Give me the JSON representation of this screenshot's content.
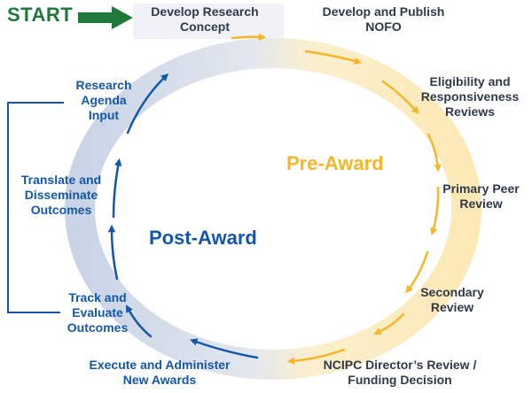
{
  "start_label": "START",
  "steps": {
    "develop_concept": "Develop Research\nConcept",
    "develop_nofo": "Develop and Publish\nNOFO",
    "eligibility": "Eligibility and\nResponsiveness\nReviews",
    "primary_peer": "Primary Peer\nReview",
    "secondary": "Secondary\nReview",
    "director_review": "NCIPC Director’s Review /\nFunding Decision",
    "execute": "Execute and Administer\nNew Awards",
    "track": "Track and\nEvaluate\nOutcomes",
    "translate": "Translate and\nDisseminate\nOutcomes",
    "research_agenda": "Research\nAgenda\nInput"
  },
  "phases": {
    "pre_award": "Pre-Award",
    "post_award": "Post-Award"
  },
  "colors": {
    "start_green": "#1f7a3a",
    "pre_award_yellow": "#f6b62a",
    "post_award_blue": "#1457a8",
    "step_text_dark": "#2f3a4a",
    "step_text_blue": "#1457a8"
  }
}
